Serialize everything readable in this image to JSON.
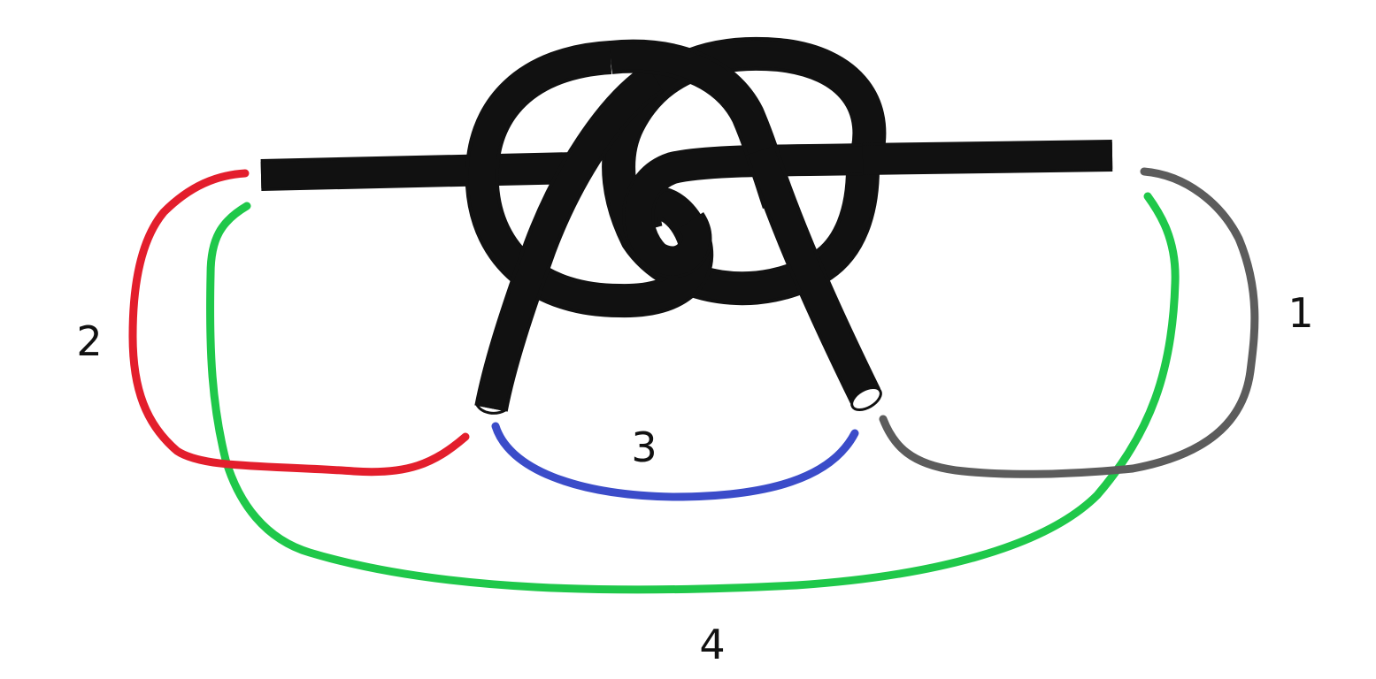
{
  "colors": {
    "rope_white": "#ffffff",
    "rope_gray": "#c4c4c4",
    "outline": "#111111",
    "connector_1": "#5c5c5c",
    "connector_2": "#e31e2c",
    "connector_3": "#3b4cc9",
    "connector_4": "#1fc84a"
  },
  "labels": {
    "l1": "1",
    "l2": "2",
    "l3": "3",
    "l4": "4"
  }
}
